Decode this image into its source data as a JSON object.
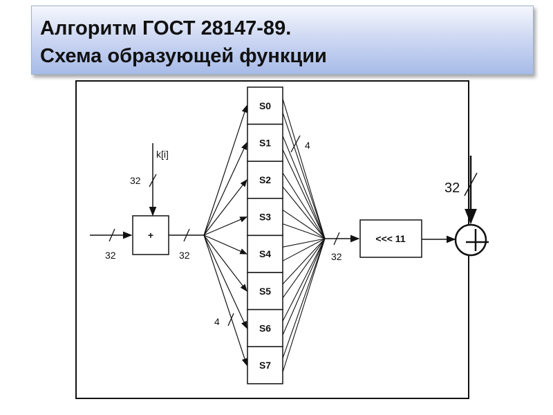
{
  "title": {
    "line1": "Алгоритм ГОСТ 28147-89.",
    "line2": "Схема образующей функции"
  },
  "diagram": {
    "key_label": "k[i]",
    "key_width": "32",
    "input_width": "32",
    "adder_symbol": "+",
    "adder_out_width": "32",
    "sboxes": [
      "S0",
      "S1",
      "S2",
      "S3",
      "S4",
      "S5",
      "S6",
      "S7"
    ],
    "sbox_in_width": "4",
    "sbox_out_width": "4",
    "merged_width": "32",
    "rotate_label": "<<< 11",
    "xor_in_width": "32"
  }
}
